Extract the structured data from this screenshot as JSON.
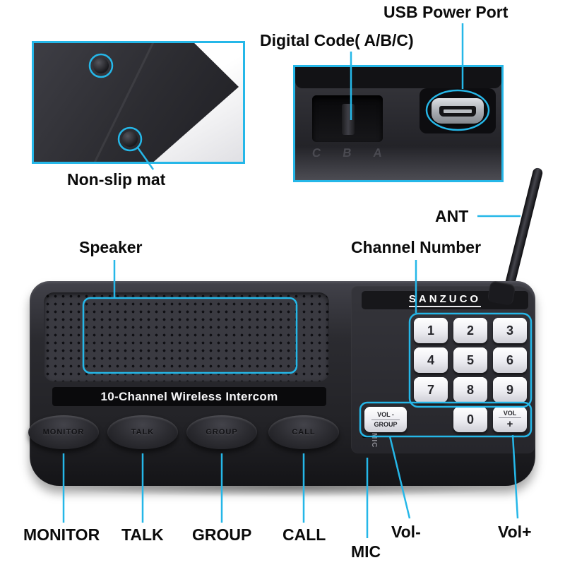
{
  "colors": {
    "accent": "#25b7e8",
    "body": "#26262b"
  },
  "callouts": {
    "usb_power_port": "USB Power Port",
    "digital_code": "Digital Code( A/B/C)",
    "non_slip_mat": "Non-slip mat",
    "ant": "ANT",
    "speaker": "Speaker",
    "channel_number": "Channel Number",
    "monitor": "MONITOR",
    "talk": "TALK",
    "group": "GROUP",
    "call": "CALL",
    "vol_minus": "Vol-",
    "vol_plus": "Vol+",
    "mic": "MIC"
  },
  "device": {
    "brand": "SANZUCO",
    "display_text": "10-Channel Wireless Intercom",
    "buttons": [
      "MONITOR",
      "TALK",
      "GROUP",
      "CALL"
    ],
    "keypad": {
      "digits": [
        "1",
        "2",
        "3",
        "4",
        "5",
        "6",
        "7",
        "8",
        "9"
      ],
      "zero": "0",
      "vol_group_line1": "VOL -",
      "vol_group_line2": "GROUP",
      "vol_plus_line1": "VOL",
      "vol_plus_line2": "+"
    },
    "mic_print": "MIC",
    "code_letters": [
      "C",
      "B",
      "A"
    ]
  }
}
